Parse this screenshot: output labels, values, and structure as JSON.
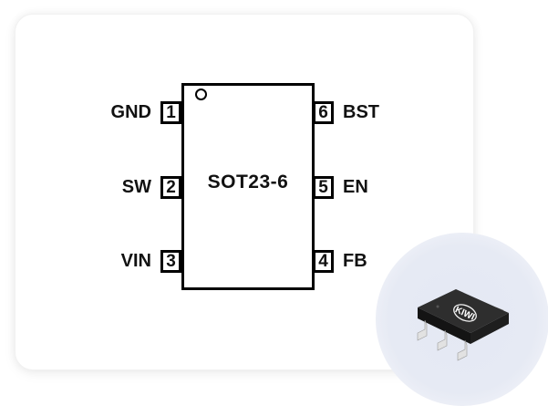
{
  "package": {
    "name": "SOT23-6",
    "brand_logo_text": "KIWI"
  },
  "pins": {
    "left": [
      {
        "number": "1",
        "name": "GND"
      },
      {
        "number": "2",
        "name": "SW"
      },
      {
        "number": "3",
        "name": "VIN"
      }
    ],
    "right": [
      {
        "number": "6",
        "name": "BST"
      },
      {
        "number": "5",
        "name": "EN"
      },
      {
        "number": "4",
        "name": "FB"
      }
    ]
  },
  "colors": {
    "outline": "#000000",
    "halo": "#e4e8f3",
    "package_body": "#1c1c1c",
    "lead": "#d8d8d8"
  }
}
